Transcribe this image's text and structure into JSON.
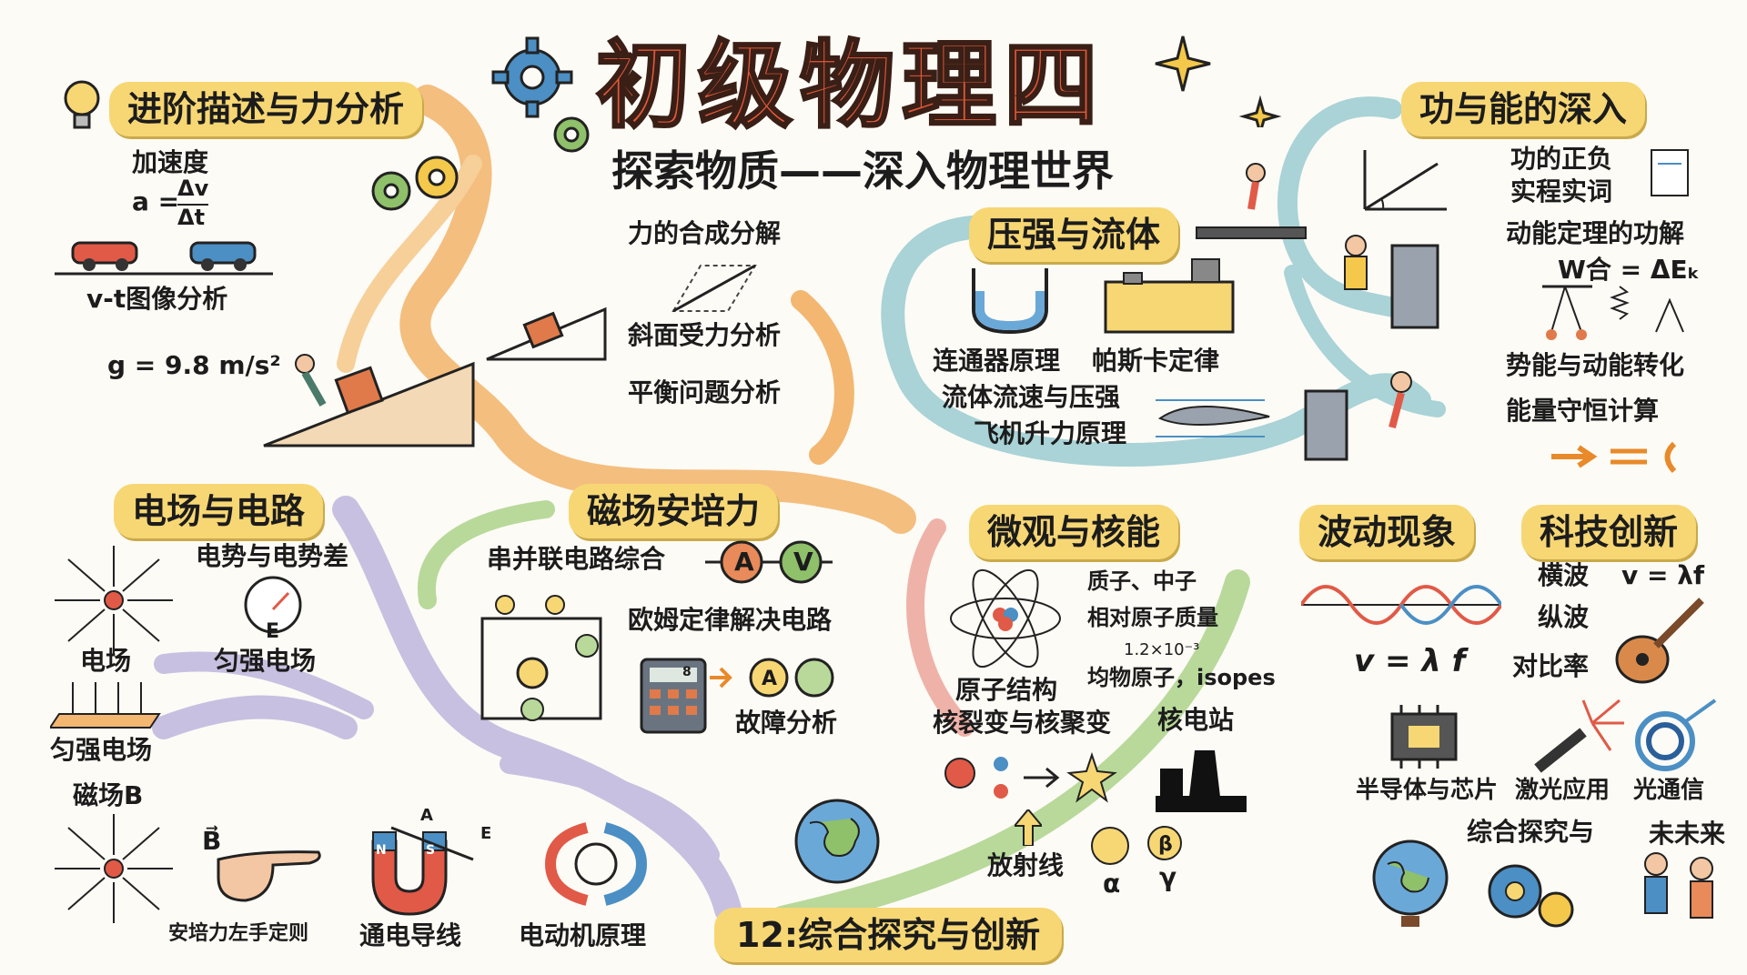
{
  "title": "初级物理四",
  "subtitle": "探索物质——深入物理世界",
  "branches": {
    "motion": {
      "heading": "进阶描述与力分析",
      "accel_label": "加速度",
      "accel_formula": "a =",
      "accel_num": "Δv",
      "accel_den": "Δt",
      "vt": "v-t图像分析",
      "g": "g = 9.8 m/s²",
      "force_compose": "力的合成分解",
      "incline": "斜面受力分析",
      "equilibrium": "平衡问题分析"
    },
    "work": {
      "heading": "功与能的深入",
      "work_sign_1": "功的正负",
      "work_sign_2": "实程实词",
      "kinetic": "动能定理的功解",
      "formula_W": "W合 = ΔEₖ",
      "conversion": "势能与动能转化",
      "conservation": "能量守恒计算"
    },
    "pressure": {
      "heading": "压强与流体",
      "connector": "连通器原理",
      "pascal": "帕斯卡定律",
      "flow": "流体流速与压强",
      "lift": "飞机升力原理"
    },
    "electric": {
      "heading": "电场与电路",
      "potential": "电势与电势差",
      "field": "电场",
      "uniform1": "匀强电场",
      "uniform2": "匀强电场",
      "meter_letter": "E",
      "magnetic_field": "磁场B"
    },
    "magnet": {
      "heading": "磁场安培力",
      "series": "串并联电路综合",
      "ammeter": "A",
      "voltmeter": "V",
      "ohm": "欧姆定律解决电路",
      "fault": "故障分析",
      "calc_display": "8",
      "left_hand": "安培力左手定则",
      "b_vec": "B⃗",
      "wire": "通电导线",
      "motor": "电动机原理",
      "magnet_n": "N",
      "magnet_s": "S",
      "arrow_a": "A",
      "arrow_e": "E"
    },
    "micro": {
      "heading": "微观与核能",
      "proton": "质子、中子",
      "relative_mass": "相对原子质量",
      "small_num": "1.2×10⁻³",
      "isotopes": "均物原子，isopes",
      "atom": "原子结构",
      "fission": "核裂变与核聚变",
      "plant": "核电站",
      "radiation": "放射线",
      "alpha": "α",
      "beta": "β",
      "gamma": "γ"
    },
    "wave": {
      "heading": "波动现象",
      "transverse": "横波",
      "longitudinal": "纵波",
      "formula1": "v = λf",
      "formula2": "v = λ f",
      "contrast": "对比率"
    },
    "tech": {
      "heading": "科技创新",
      "semiconductor": "半导体与芯片",
      "laser": "激光应用",
      "optical": "光通信"
    },
    "integrated": {
      "heading": "12:综合探究与创新",
      "explore": "综合探究与",
      "future": "未未来"
    }
  },
  "colors": {
    "pill": "#f7d774",
    "title": "#e0583a",
    "orange_path": "#f3b772",
    "teal_path": "#a9d3d6",
    "purple_path": "#c8c0e0",
    "green_path": "#b8d99a",
    "pink_path": "#efb2a8"
  }
}
